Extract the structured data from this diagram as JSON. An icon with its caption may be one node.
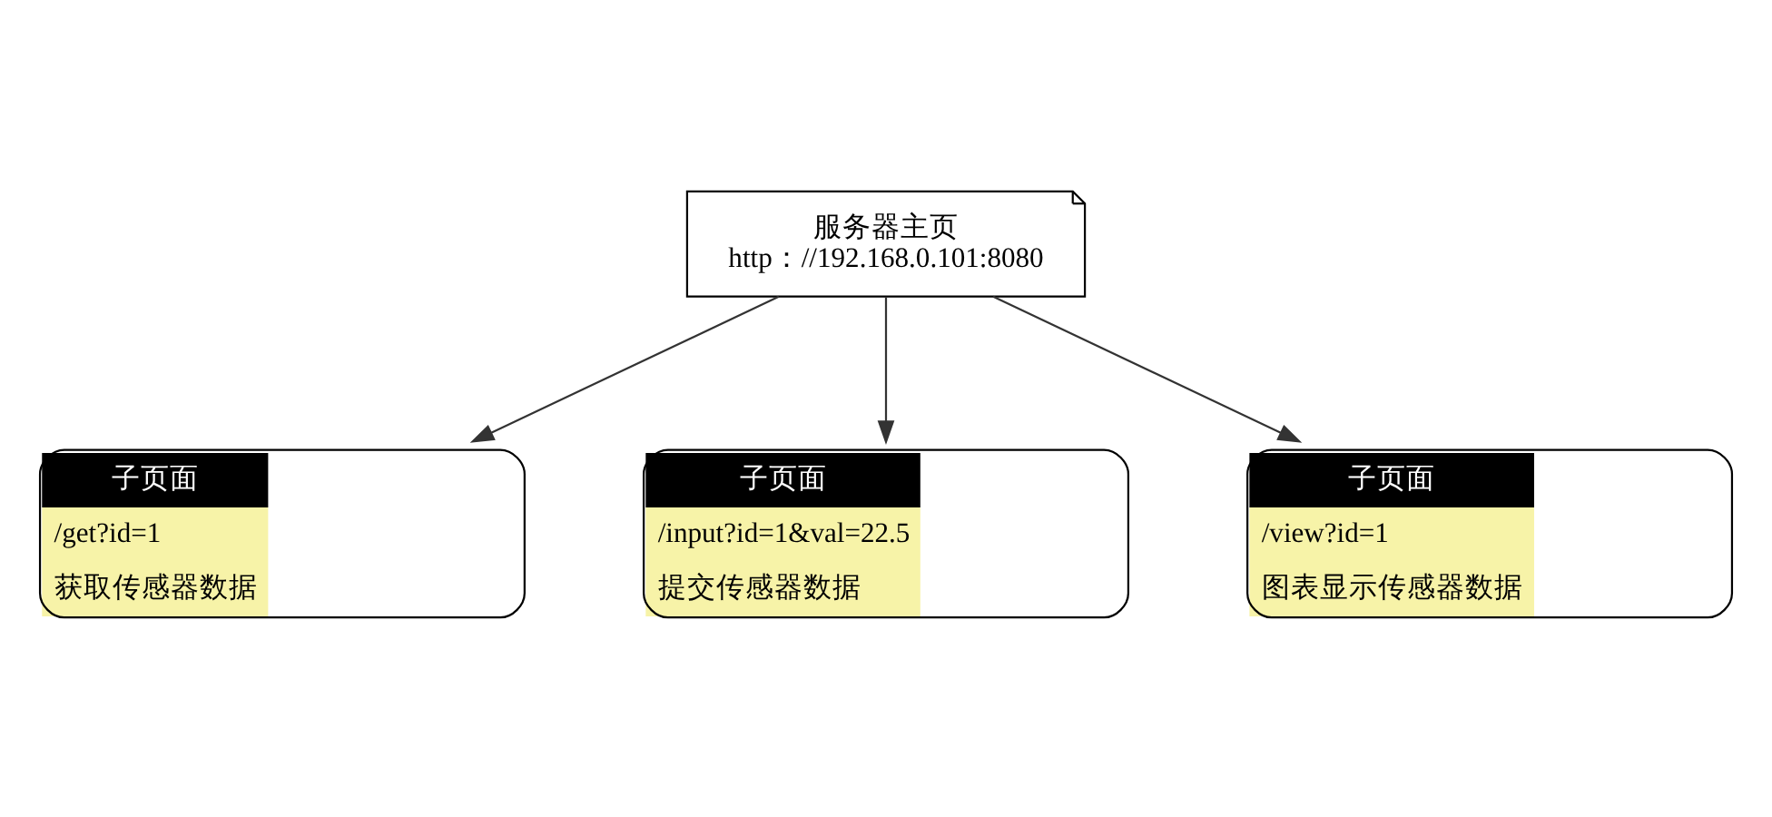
{
  "diagram": {
    "nodes": [
      {
        "text": [
          "服务器主页",
          "http：//192.168.0.101:8080"
        ]
      },
      {
        "text": [
          "子页面",
          "/get?id=1",
          "获取传感器数据"
        ]
      },
      {
        "text": [
          "子页面",
          "/input?id=1&val=22.5",
          "提交传感器数据"
        ]
      },
      {
        "text": [
          "子页面",
          "/view?id=1",
          "图表显示传感器数据"
        ]
      }
    ],
    "edges": [
      {
        "from": 0,
        "to": 1,
        "arrow": "to"
      },
      {
        "from": 0,
        "to": 2,
        "arrow": "to"
      },
      {
        "from": 0,
        "to": 3,
        "arrow": "to"
      }
    ]
  }
}
